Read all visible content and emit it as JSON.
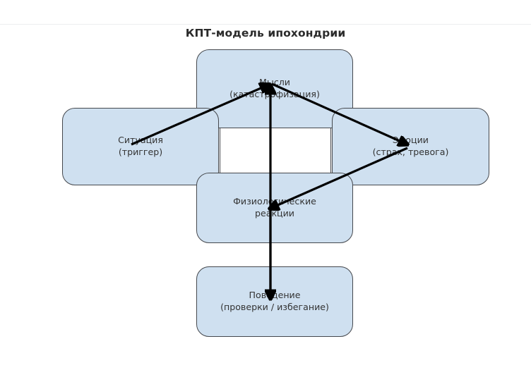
{
  "page": {
    "title": "КПТ-модель ипохондрии",
    "background_color": "#ffffff",
    "divider_color": "#eceef0"
  },
  "diagram": {
    "type": "cycle-flow",
    "node_fill": "#cfe0f0",
    "node_stroke": "#45484d",
    "edge_color": "#000000",
    "nodes": [
      {
        "id": "thoughts",
        "label": "Мысли\n(катастрофизация)",
        "line1": "Мысли",
        "line2": "(катастрофизация)",
        "position": "top"
      },
      {
        "id": "situation",
        "label": "Ситуация\n(триггер)",
        "line1": "Ситуация",
        "line2": "(триггер)",
        "position": "left"
      },
      {
        "id": "emotions",
        "label": "Эмоции\n(страх, тревога)",
        "line1": "Эмоции",
        "line2": "(страх, тревога)",
        "position": "right"
      },
      {
        "id": "physiology",
        "label": "Физиологические\nреакции",
        "line1": "Физиологические",
        "line2": "реакции",
        "position": "center"
      },
      {
        "id": "behavior",
        "label": "Поведение\n(проверки / избегание)",
        "line1": "Поведение",
        "line2": "(проверки / избегание)",
        "position": "bottom"
      }
    ],
    "edges": [
      {
        "id": "situation-to-thoughts",
        "from": "situation",
        "to": "thoughts",
        "arrow": "end"
      },
      {
        "id": "thoughts-to-emotions",
        "from": "thoughts",
        "to": "emotions",
        "arrow": "end"
      },
      {
        "id": "emotions-to-physiology",
        "from": "emotions",
        "to": "physiology",
        "arrow": "end"
      },
      {
        "id": "physiology-to-behavior",
        "from": "physiology",
        "to": "behavior",
        "arrow": "end"
      },
      {
        "id": "behavior-to-thoughts",
        "from": "behavior",
        "to": "thoughts",
        "arrow": "end"
      }
    ]
  }
}
